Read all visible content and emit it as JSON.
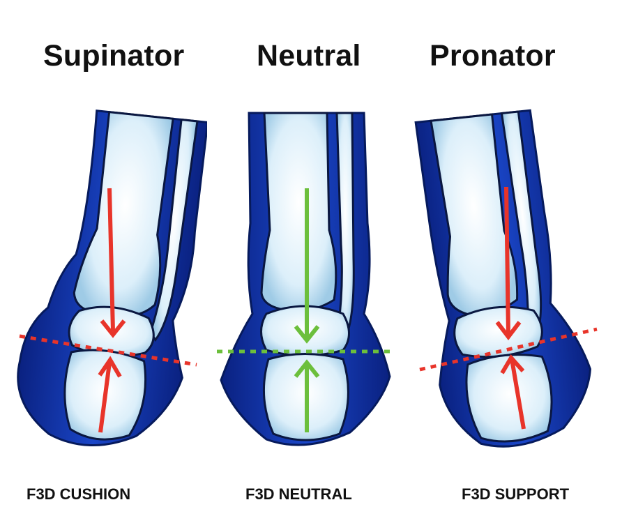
{
  "panels": [
    {
      "title": "Supinator",
      "caption": "F3D CUSHION",
      "axis_color": "#e8342a"
    },
    {
      "title": "Neutral",
      "caption": "F3D NEUTRAL",
      "axis_color": "#6cbf3c"
    },
    {
      "title": "Pronator",
      "caption": "F3D SUPPORT",
      "axis_color": "#e8342a"
    }
  ],
  "colors": {
    "tissue": "#0f2f9c",
    "tissue_dark": "#061a5c",
    "bone": "#e6f4fc",
    "bone_outline": "#0a1740"
  }
}
